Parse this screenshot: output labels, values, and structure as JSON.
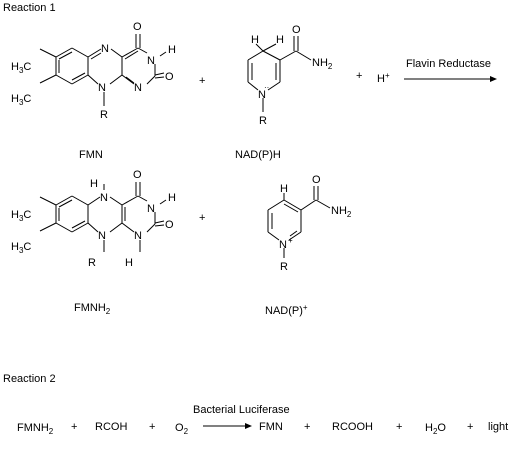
{
  "reaction1": {
    "title": "Reaction 1",
    "reactants": {
      "fmn": {
        "name": "FMN"
      },
      "nadph": {
        "name": "NAD(P)H"
      },
      "plus_1": "+",
      "plus_2": "+",
      "proton": {
        "symbol": "H",
        "charge": "+"
      }
    },
    "enzyme": "Flavin Reductase",
    "products": {
      "fmnh2": {
        "name": "FMNH",
        "subscript": "2"
      },
      "nadp": {
        "name": "NAD(P)",
        "charge": "+"
      },
      "plus": "+"
    }
  },
  "reaction2": {
    "title": "Reaction 2",
    "enzyme": "Bacterial Luciferase",
    "reactants": [
      {
        "text": "FMNH",
        "sub": "2"
      },
      {
        "text": "RCOH"
      },
      {
        "text": "O",
        "sub": "2"
      }
    ],
    "products": [
      {
        "text": "FMN"
      },
      {
        "text": "RCOOH"
      },
      {
        "text": "H",
        "sub": "2",
        "tail": "O"
      },
      {
        "text": "light"
      }
    ],
    "plus": "+"
  },
  "atoms": {
    "H": "H",
    "N": "N",
    "O": "O",
    "R": "R",
    "C": "C",
    "h3": "3",
    "h2": "2",
    "plus": "+"
  },
  "icons": {
    "arrow": "reaction-arrow-icon"
  }
}
